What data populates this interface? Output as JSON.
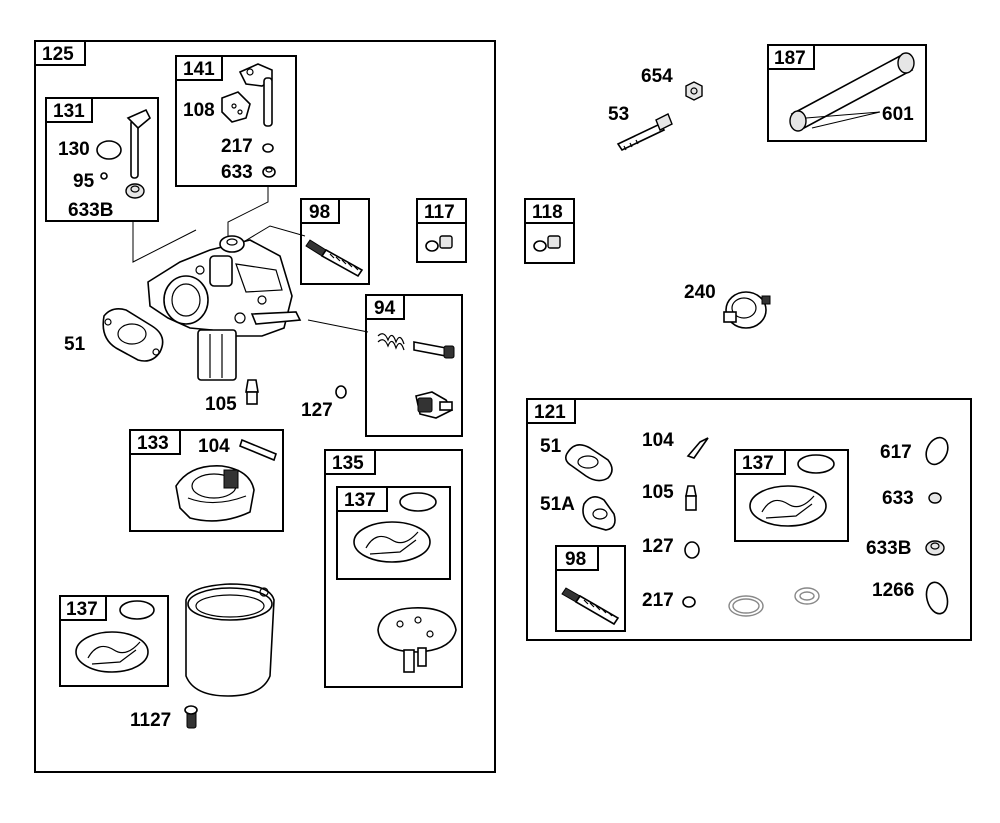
{
  "groups": {
    "g125": "125",
    "g141": "141",
    "g131": "131",
    "g98a": "98",
    "g117": "117",
    "g118": "118",
    "g94": "94",
    "g133": "133",
    "g135": "135",
    "g137a": "137",
    "g137b": "137",
    "g187": "187",
    "g121": "121",
    "g137c": "137",
    "g98b": "98"
  },
  "parts": {
    "p108": "108",
    "p217a": "217",
    "p633a": "633",
    "p130": "130",
    "p95": "95",
    "p633Ba": "633B",
    "p51a": "51",
    "p105a": "105",
    "p127a": "127",
    "p104a": "104",
    "p1127": "1127",
    "p654": "654",
    "p53": "53",
    "p601": "601",
    "p240": "240",
    "p51b": "51",
    "p51A": "51A",
    "p104b": "104",
    "p105b": "105",
    "p127b": "127",
    "p217b": "217",
    "p617": "617",
    "p633b": "633",
    "p633Bb": "633B",
    "p1266": "1266"
  }
}
